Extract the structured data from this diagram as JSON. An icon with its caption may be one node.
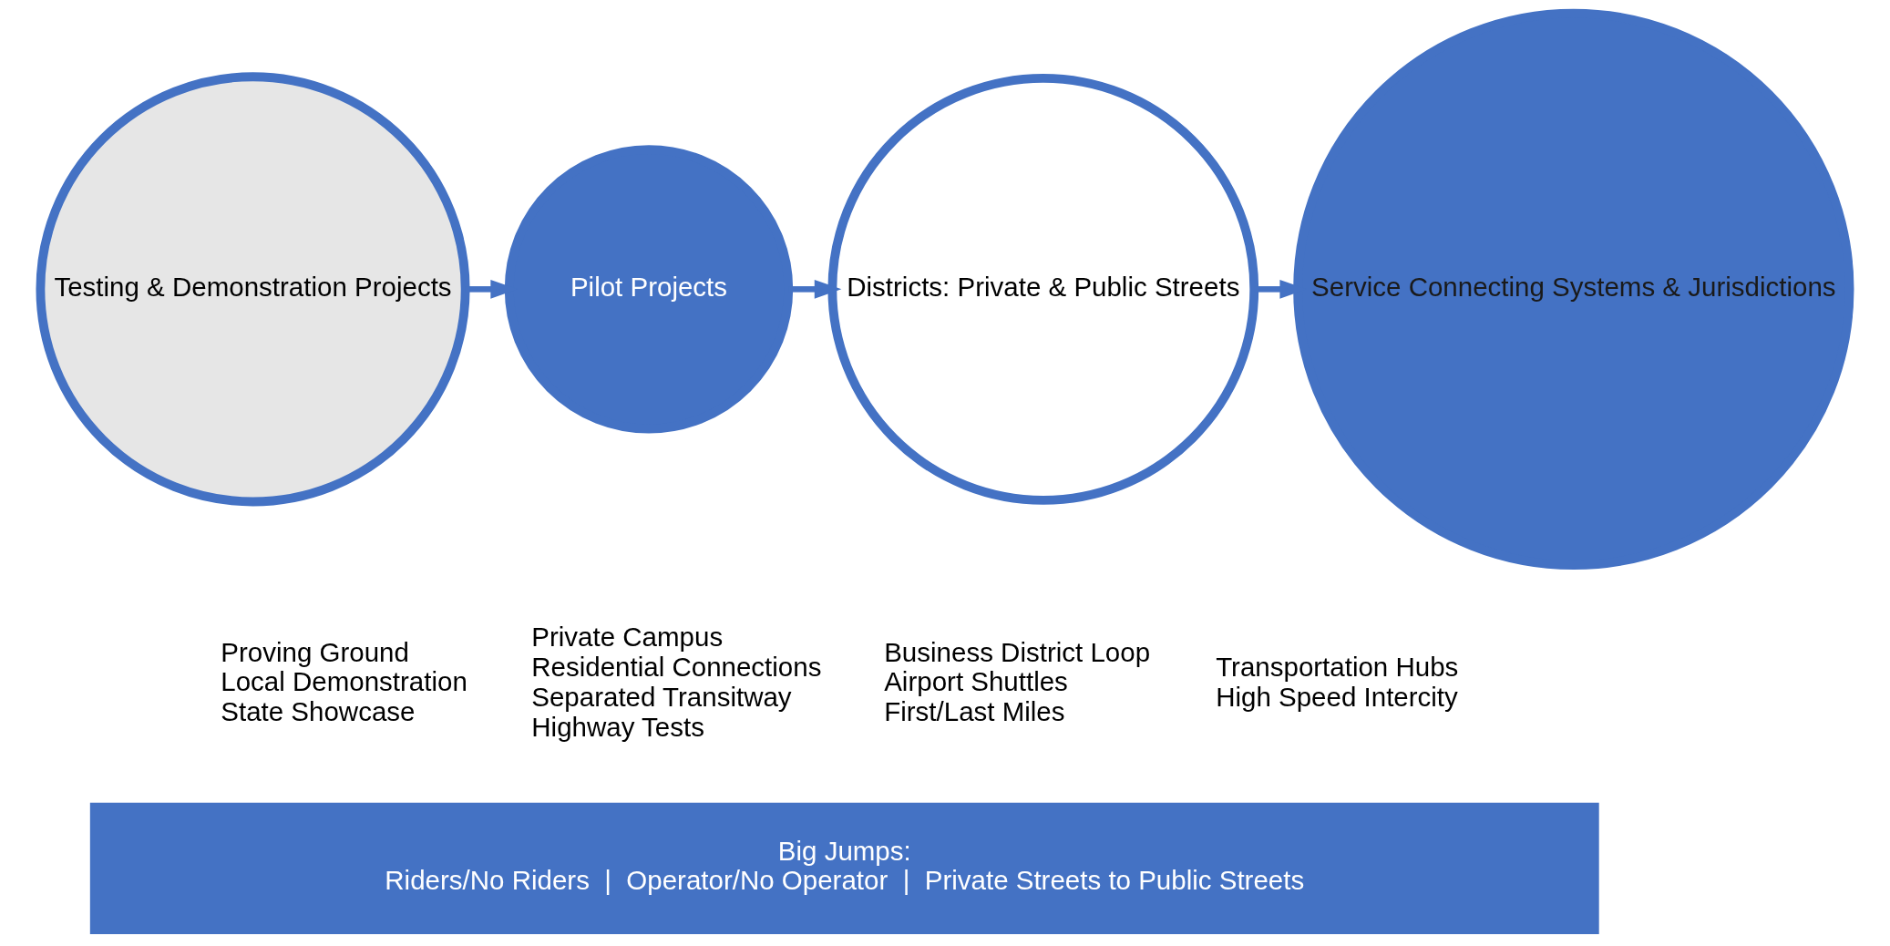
{
  "diagram": {
    "nodes": [
      {
        "text": [
          "Testing & Demonstration Projects"
        ],
        "beside": [
          "Proving Ground",
          "Local Demonstration",
          "State Showcase"
        ]
      },
      {
        "text": [
          "Pilot Projects"
        ],
        "beside": [
          "Private Campus",
          "Residential Connections",
          "Separated Transitway",
          "Highway Tests"
        ]
      },
      {
        "text": [
          "Districts: Private & Public Streets"
        ],
        "beside": [
          "Business District Loop",
          "Airport Shuttles",
          "First/Last Miles"
        ]
      },
      {
        "text": [
          "Service Connecting Systems & Jurisdictions"
        ],
        "beside": [
          "Transportation Hubs",
          "High Speed Intercity"
        ]
      },
      {
        "text": [
          "Big Jumps:",
          "Riders/No Riders  |  Operator/No Operator  |  Private Streets to Public Streets"
        ]
      }
    ],
    "edges": [
      {
        "from": 0,
        "to": 1,
        "arrow": "to"
      },
      {
        "from": 1,
        "to": 2,
        "arrow": "to"
      },
      {
        "from": 2,
        "to": 3,
        "arrow": "to"
      }
    ]
  }
}
